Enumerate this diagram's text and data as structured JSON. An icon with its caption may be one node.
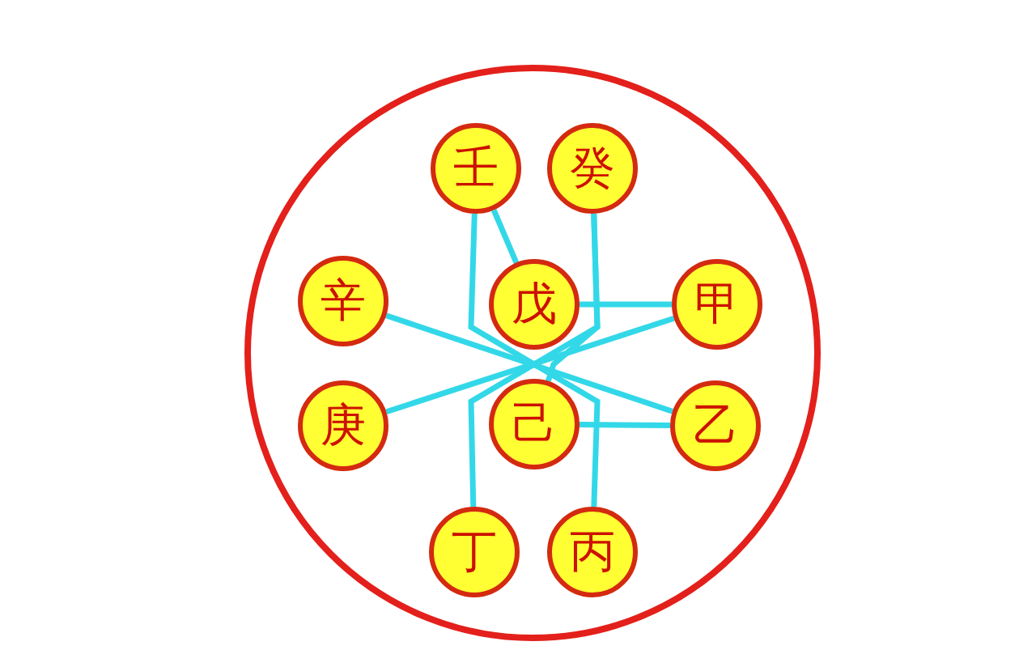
{
  "diagram": {
    "nodes": [
      {
        "text": [],
        "shape": "circle"
      },
      {
        "text": [
          "壬"
        ],
        "in": 0
      },
      {
        "text": [
          "癸"
        ],
        "in": 0
      },
      {
        "text": [
          "辛"
        ],
        "in": 0
      },
      {
        "text": [
          "戊"
        ],
        "in": 0
      },
      {
        "text": [
          "甲"
        ],
        "in": 0
      },
      {
        "text": [
          "庚"
        ],
        "in": 0
      },
      {
        "text": [
          "己"
        ],
        "in": 0
      },
      {
        "text": [
          "乙"
        ],
        "in": 0
      },
      {
        "text": [
          "丁"
        ],
        "in": 0
      },
      {
        "text": [
          "丙"
        ],
        "in": 0
      }
    ],
    "edges": [
      {
        "from": 5,
        "to": 4,
        "arrow": "none"
      },
      {
        "from": 5,
        "to": 6,
        "arrow": "none"
      },
      {
        "from": 8,
        "to": 7,
        "arrow": "none"
      },
      {
        "from": 8,
        "to": 3,
        "arrow": "none"
      },
      {
        "from": 1,
        "to": 10,
        "arrow": "none"
      },
      {
        "from": 1,
        "to": 4,
        "arrow": "none"
      },
      {
        "from": 2,
        "to": 9,
        "arrow": "none"
      },
      {
        "from": 2,
        "to": 7,
        "arrow": "none"
      }
    ]
  }
}
